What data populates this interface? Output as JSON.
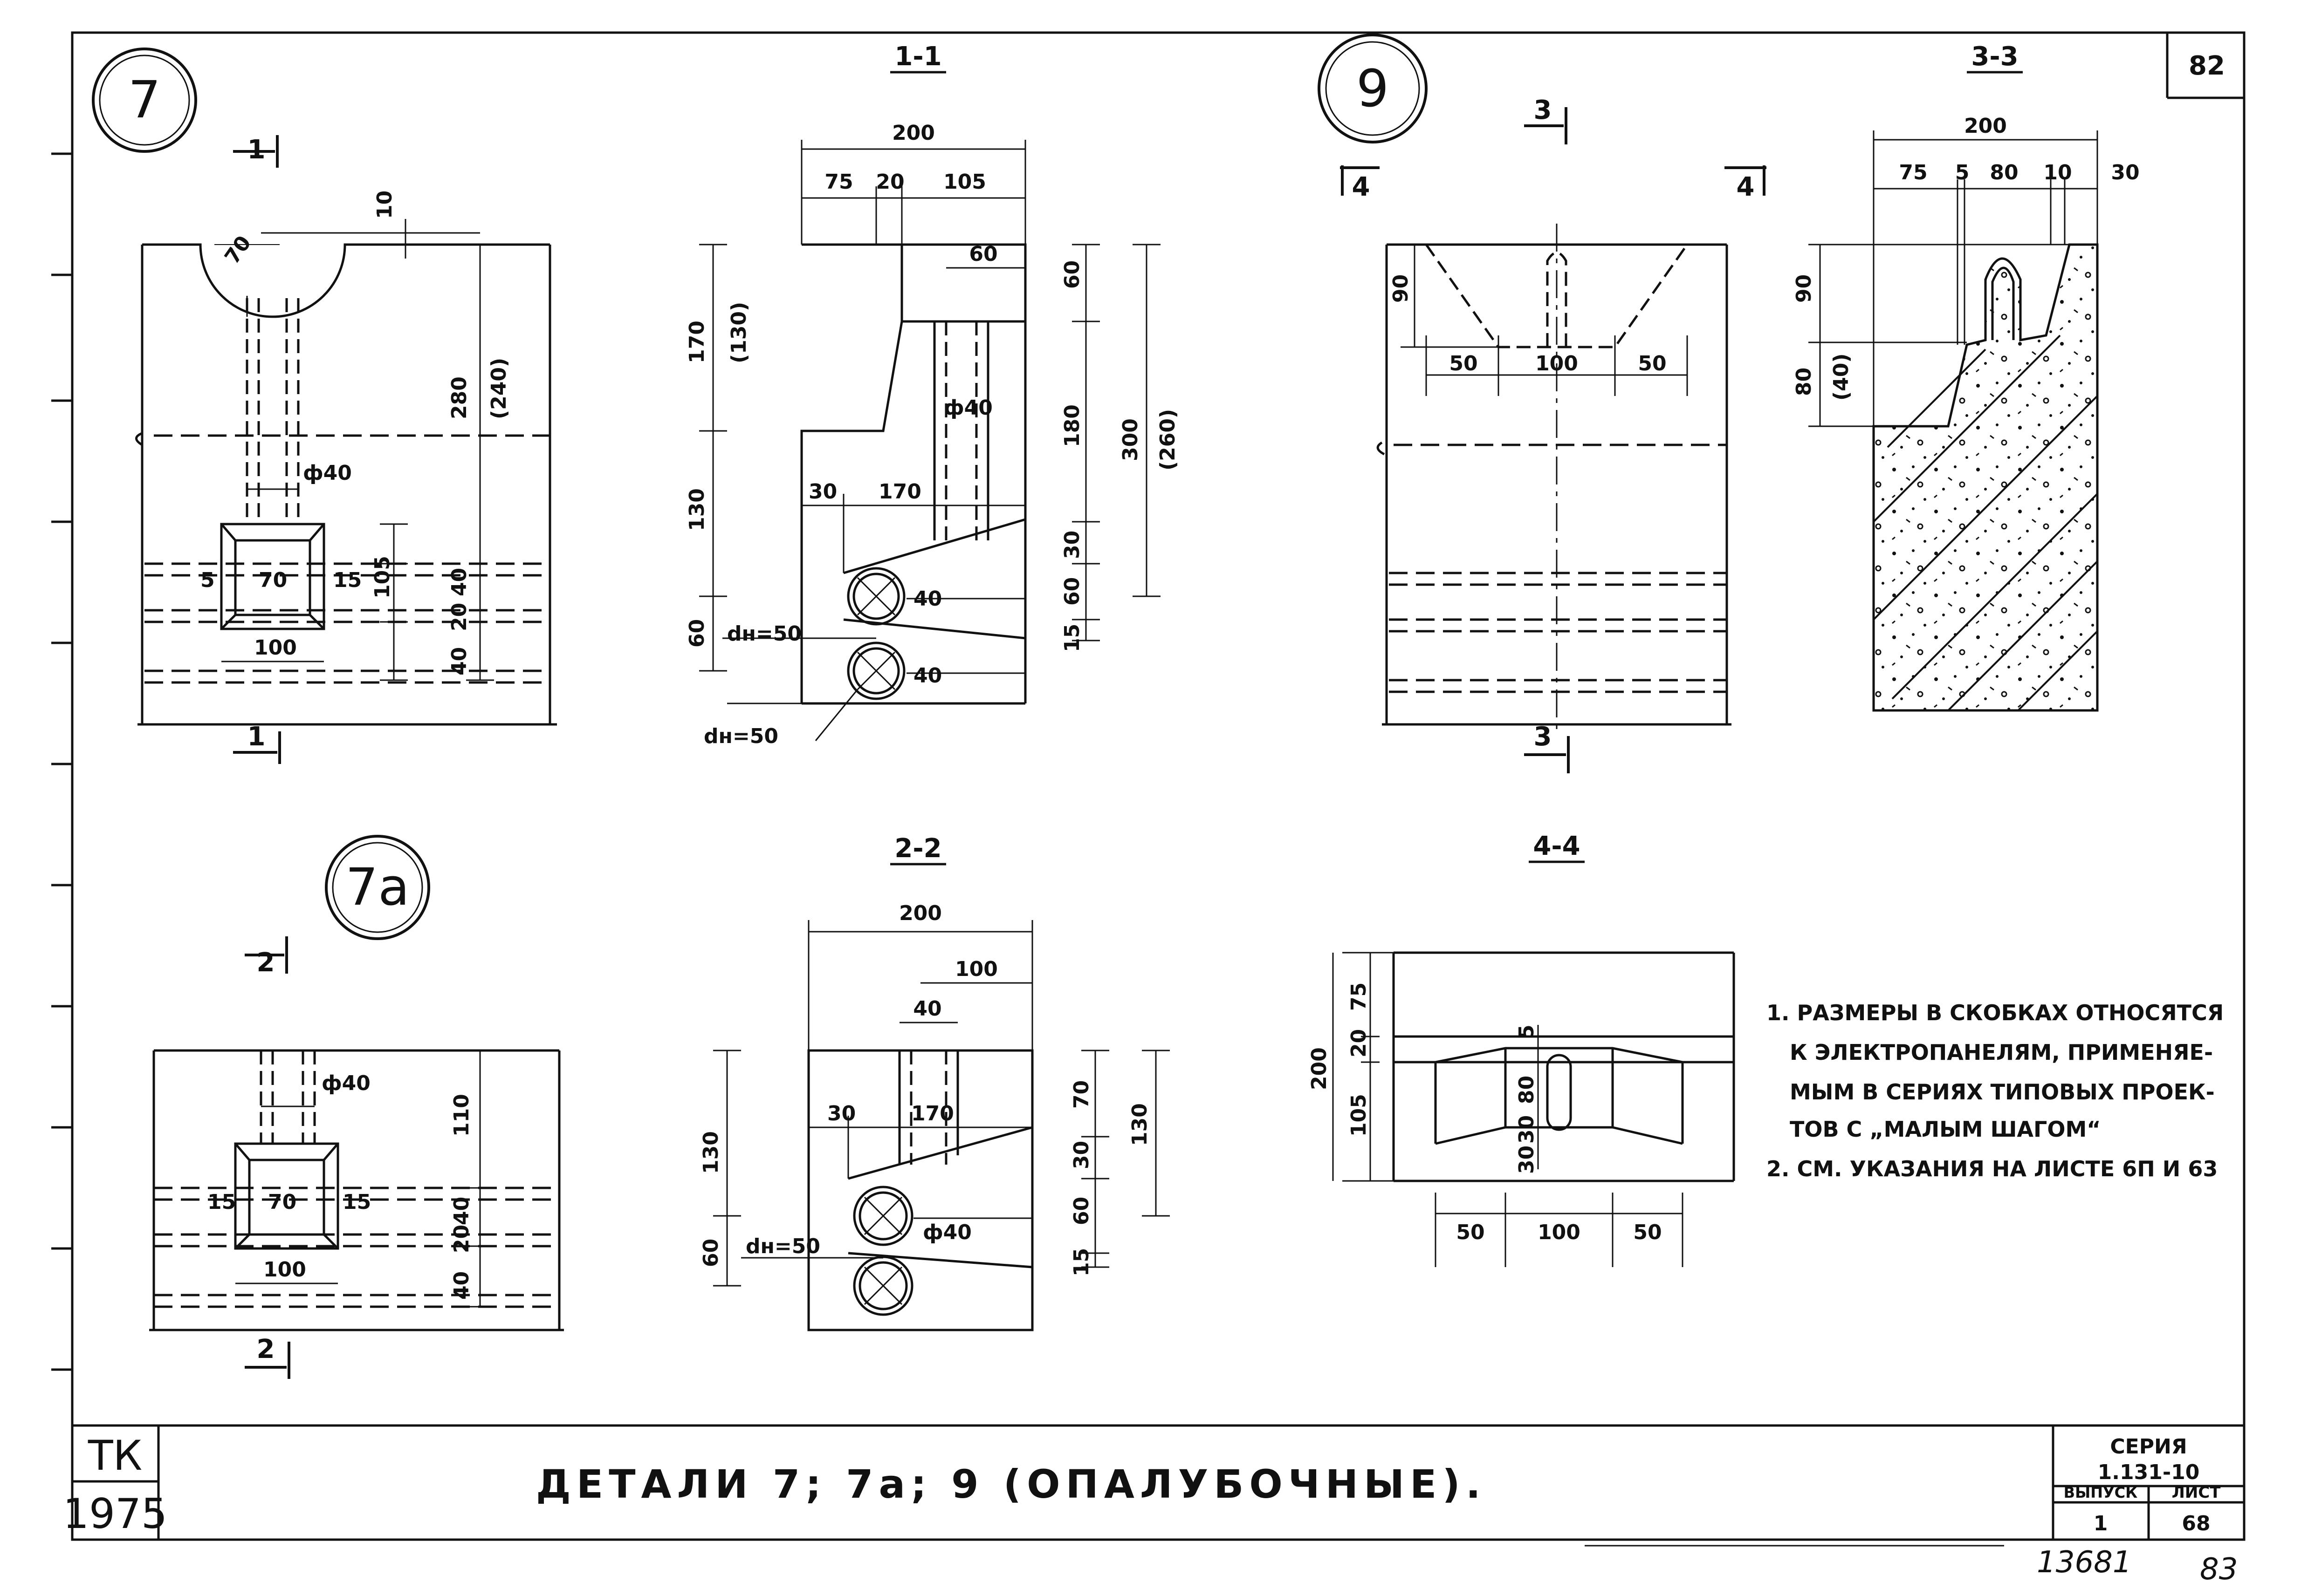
{
  "sheet": {
    "corner_number": "82",
    "title": "ДЕТАЛИ 7; 7а; 9 (ОПАЛУБОЧНЫЕ).",
    "tk": "ТК",
    "year": "1975",
    "seria_label": "СЕРИЯ",
    "seria_value": "1.131-10",
    "vypusk_label": "ВЫПУСК",
    "vypusk_value": "1",
    "list_label": "ЛИСТ",
    "list_value": "68",
    "bottom_left_number": "13681",
    "bottom_right_number": "83"
  },
  "detail_markers": {
    "d7": "7",
    "d7a": "7а",
    "d9": "9"
  },
  "section_headers": {
    "s11": "1-1",
    "s22": "2-2",
    "s33": "3-3",
    "s44": "4-4"
  },
  "cut_marks": {
    "c1": "1",
    "c2": "2",
    "c3": "3",
    "c4": "4"
  },
  "detail7": {
    "d70": "70",
    "d10": "10",
    "d280": "280",
    "d240": "(240)",
    "phi40": "ф40",
    "d5": "5",
    "d70b": "70",
    "d15": "15",
    "d105": "105",
    "d40a": "40",
    "d20": "20",
    "d40b": "40",
    "d100": "100"
  },
  "section11": {
    "w200": "200",
    "w75": "75",
    "w20": "20",
    "w105": "105",
    "w60top": "60",
    "h60": "60",
    "h170": "170",
    "h130p": "(130)",
    "phi40": "ф40",
    "h180": "180",
    "h300": "300",
    "h260": "(260)",
    "h130": "130",
    "w30": "30",
    "w170": "170",
    "h30": "30",
    "h60b": "60",
    "h15": "15",
    "h60l": "60",
    "dn50a": "dн=50",
    "dn50b": "dн=50",
    "c40a": "40",
    "c40b": "40"
  },
  "detail7a": {
    "phi40": "ф40",
    "d15a": "15",
    "d70": "70",
    "d15b": "15",
    "d100": "100",
    "d110": "110",
    "d40a": "40",
    "d20": "20",
    "d40b": "40"
  },
  "section22": {
    "w200": "200",
    "w100": "100",
    "w40": "40",
    "w30": "30",
    "w170": "170",
    "h130l": "130",
    "h60l": "60",
    "dn50": "dн=50",
    "phi40": "ф40",
    "h70": "70",
    "h30": "30",
    "h60": "60",
    "h15": "15",
    "h130r": "130"
  },
  "detail9": {
    "d90": "90",
    "d50a": "50",
    "d100": "100",
    "d50b": "50"
  },
  "section33": {
    "w200": "200",
    "w75": "75",
    "w5": "5",
    "w80": "80",
    "w10": "10",
    "w30": "30",
    "h90": "90",
    "h80": "80",
    "h40": "(40)"
  },
  "section44": {
    "h75": "75",
    "h20": "20",
    "h200": "200",
    "h105": "105",
    "d5": "5",
    "d80": "80",
    "d30a": "30",
    "d30b": "30",
    "w50a": "50",
    "w100": "100",
    "w50b": "50"
  },
  "notes": {
    "n1a": "1. РАЗМЕРЫ В СКОБКАХ ОТНОСЯТСЯ",
    "n1b": "К ЭЛЕКТРОПАНЕЛЯМ, ПРИМЕНЯЕ-",
    "n1c": "МЫМ В СЕРИЯХ ТИПОВЫХ ПРОЕК-",
    "n1d": "ТОВ С „МАЛЫМ ШАГОМ“",
    "n2": "2. СМ. УКАЗАНИЯ НА ЛИСТЕ 6П И 63"
  }
}
